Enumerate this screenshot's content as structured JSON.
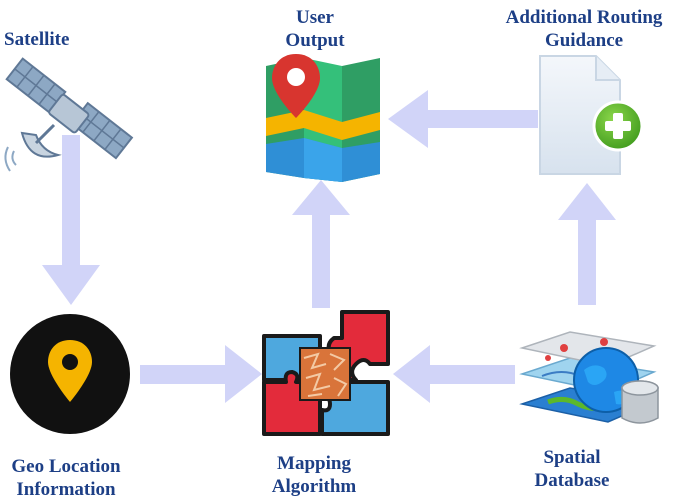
{
  "nodes": {
    "satellite": {
      "label": "Satellite",
      "icon": "satellite-icon"
    },
    "user_output": {
      "label_line1": "User",
      "label_line2": "Output",
      "icon": "folded-map-with-pin-icon"
    },
    "routing": {
      "label_line1": "Additional Routing",
      "label_line2": "Guidance",
      "icon": "document-plus-icon"
    },
    "geo": {
      "label_line1": "Geo Location",
      "label_line2": "Information",
      "icon": "location-pin-circle-icon"
    },
    "mapping": {
      "label_line1": "Mapping",
      "label_line2": "Algorithm",
      "icon": "puzzle-pieces-icon"
    },
    "spatial": {
      "label_line1": "Spatial",
      "label_line2": "Database",
      "icon": "globe-database-layers-icon"
    }
  },
  "colors": {
    "label_text": "#1d3f86",
    "arrow": "#d1d4f8",
    "puzzle_red": "#e32b3b",
    "puzzle_blue": "#4ea8de",
    "plus_green": "#5cb82a",
    "pin_red": "#d8352f",
    "pin_yellow": "#f5b400",
    "geo_circle": "#111111"
  }
}
